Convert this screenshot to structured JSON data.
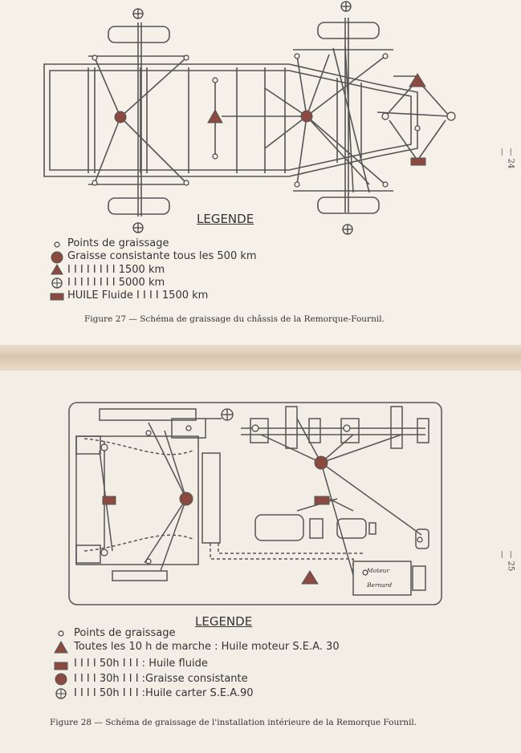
{
  "figure27": {
    "legend_title": "LEGENDE",
    "rows": [
      {
        "symbol": "o",
        "text": "Points de graissage"
      },
      {
        "symbol": "●",
        "text": "Graisse consistante  tous  les   500  km"
      },
      {
        "symbol": "▲",
        "text": "  I I          I I            I I   I I    1500  km"
      },
      {
        "symbol": "⊕",
        "text": "  I I          I I            I I   I I    5000 km"
      },
      {
        "symbol": "▬",
        "text": "HUILE  Fluide              I I   I I    1500  km"
      }
    ],
    "caption": "Figure 27 — Schéma de graissage du châssis de la Remorque-Fournil."
  },
  "figure28": {
    "legend_title": "LEGENDE",
    "rows": [
      {
        "symbol": "o",
        "text": "Points de graissage"
      },
      {
        "symbol": "▲",
        "text": "Toutes les 10 h de marche : Huile moteur S.E.A. 30"
      },
      {
        "symbol": "▬",
        "text": "   I I     I I  50h  I        I I    : Huile fluide"
      },
      {
        "symbol": "●",
        "text": "   I I     I I  30h  I        I I    :Graisse consistante"
      },
      {
        "symbol": "⊕",
        "text": "   I I     I I  50h  I        I I    :Huile carter S.E.A.90"
      }
    ],
    "motor_label_1": "Moteur",
    "motor_label_2": "Bernard",
    "caption": "Figure 28 — Schéma de graissage de l'installation intérieure de la Remorque Fournil."
  },
  "page_numbers": {
    "top": "— 24 —",
    "bottom": "— 25 —"
  },
  "colors": {
    "ink": "#3a3a3a",
    "marker": "#8a4a3f",
    "paper": "#f4efe6"
  }
}
